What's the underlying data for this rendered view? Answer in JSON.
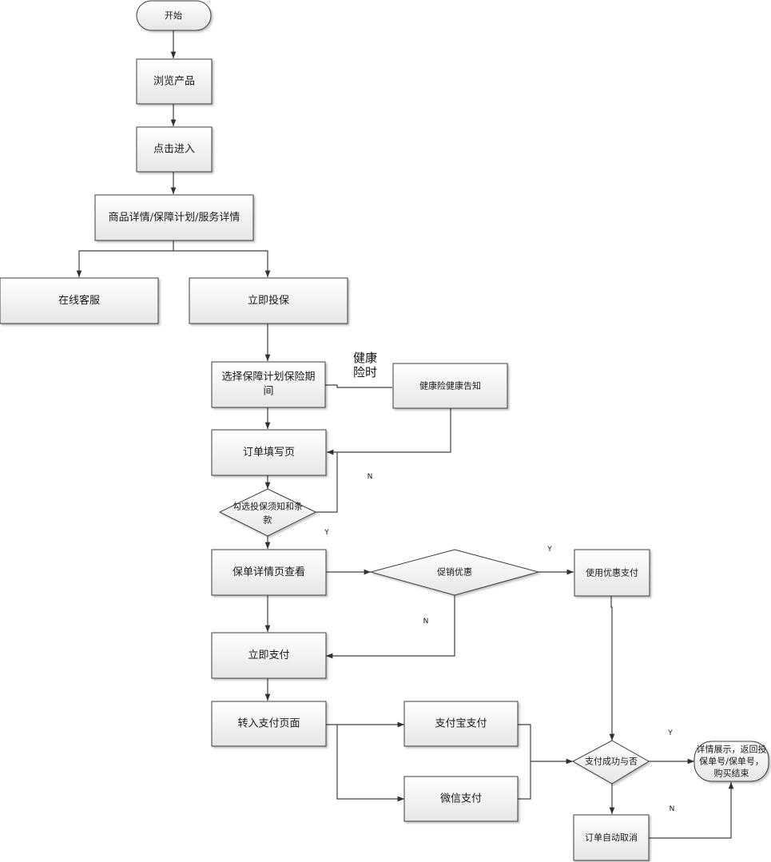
{
  "nodes": {
    "start": "开始",
    "browse": "浏览产品",
    "click_enter": "点击进入",
    "details": "商品详情/保障计划/服务详情",
    "online_service": "在线客服",
    "insure_now": "立即投保",
    "select_plan": [
      "选择保障计划保险期",
      "间"
    ],
    "health_notice": "健康险健康告知",
    "order_fill": "订单填写页",
    "check_terms": [
      "勾选投保须知和条",
      "款"
    ],
    "policy_view": "保单详情页查看",
    "promotion": "促销优惠",
    "use_discount": "使用优惠支付",
    "pay_now": "立即支付",
    "to_payment": "转入支付页面",
    "alipay": "支付宝支付",
    "wechat": "微信支付",
    "pay_success": "支付成功与否",
    "result": [
      "详情展示，返回投",
      "保单号/保单号，",
      "购买结束"
    ],
    "auto_cancel": "订单自动取消"
  },
  "annotations": {
    "health_note": [
      "健康",
      "险时"
    ]
  },
  "edge_labels": {
    "terms_n": "N",
    "terms_y": "Y",
    "promo_y": "Y",
    "promo_n": "N",
    "success_y": "Y",
    "success_n": "N"
  }
}
